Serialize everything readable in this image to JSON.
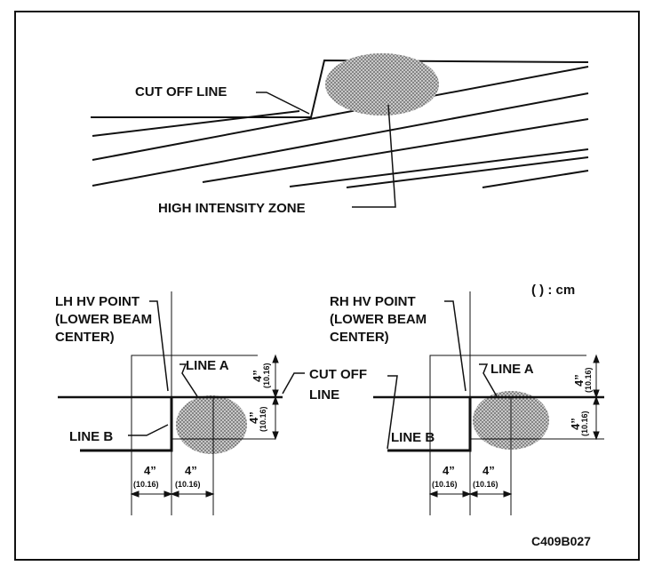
{
  "top": {
    "cut_off_line": "CUT OFF LINE",
    "high_intensity_zone": "HIGH INTENSITY ZONE"
  },
  "units_note": "(   ) : cm",
  "left": {
    "hv_point": [
      "LH HV POINT",
      "(LOWER BEAM",
      "CENTER)"
    ],
    "line_a": "LINE A",
    "line_b": "LINE B",
    "dim_4in": "4”",
    "dim_cm": "(10.16)"
  },
  "right": {
    "hv_point": [
      "RH HV POINT",
      "(LOWER BEAM",
      "CENTER)"
    ],
    "line_a": "LINE A",
    "line_b": "LINE B",
    "dim_4in": "4”",
    "dim_cm": "(10.16)"
  },
  "center": {
    "cut_off": "CUT OFF",
    "line": "LINE"
  },
  "figure_code": "C409B027",
  "colors": {
    "ink": "#111111",
    "zone": "#9a9a9a"
  }
}
